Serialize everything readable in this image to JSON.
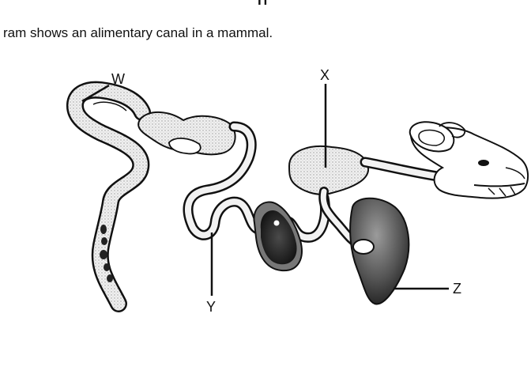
{
  "header_fragment": "П",
  "caption": "ram shows an alimentary canal in a mammal.",
  "labels": {
    "w": "W",
    "x": "X",
    "y": "Y",
    "z": "Z"
  }
}
